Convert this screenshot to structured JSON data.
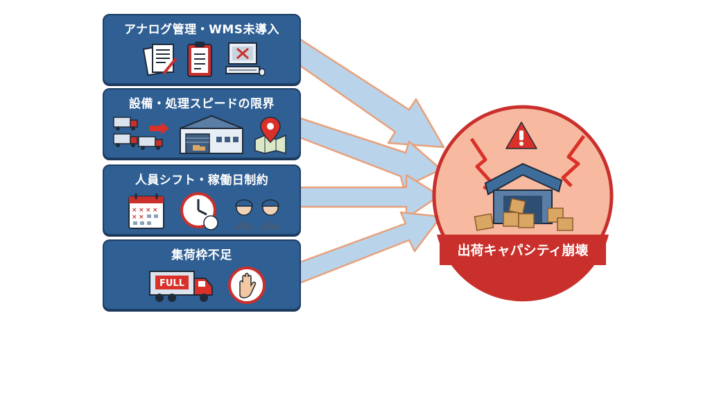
{
  "causes": [
    {
      "title": "アナログ管理・WMS未導入",
      "icons": [
        "documents-icon",
        "clipboard-icon",
        "computer-error-icon"
      ]
    },
    {
      "title": "設備・処理スピードの限界",
      "icons": [
        "trucks-arrow-icon",
        "warehouse-icon",
        "map-pin-icon"
      ]
    },
    {
      "title": "人員シフト・稼働日制約",
      "icons": [
        "calendar-icon",
        "clock-icon",
        "workers-icon"
      ]
    },
    {
      "title": "集荷枠不足",
      "icons": [
        "full-truck-icon",
        "stop-hand-icon"
      ]
    }
  ],
  "truck_label": "FULL",
  "result": {
    "label": "出荷キャパシティ崩壊",
    "icons": [
      "warning-icon",
      "collapsing-warehouse-icon"
    ]
  },
  "colors": {
    "box_fill": "#2f5f93",
    "arrow_fill": "#b9d3ea",
    "arrow_stroke": "#e8a07a",
    "result_circle": "#f7b9a0",
    "result_ring": "#c9302c",
    "accent_red": "#d9312a"
  }
}
